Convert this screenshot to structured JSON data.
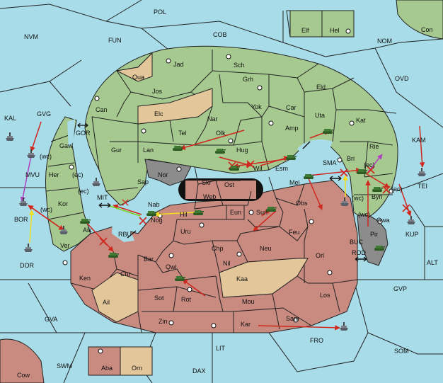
{
  "colors": {
    "sea": "#a8dce8",
    "green_power": "#a6c98f",
    "red_power": "#c98a80",
    "neutral": "#e3c69a",
    "impassable": "#8c8c8c",
    "move_arrow": "#d0281f",
    "support_arrow": "#f0e020",
    "convoy_arrow": "#b040c0",
    "fleet_color": "#6a6f78",
    "army_color": "#3e7a32"
  },
  "icons": {
    "army": "tank-icon",
    "fleet": "ship-icon",
    "supply_center": "dot-center-icon",
    "failed_order": "cross-icon",
    "adjacency": "double-arrow-icon"
  },
  "labels": {
    "POL": "POL",
    "COB": "COB",
    "NVM": "NVM",
    "FUN": "FUN",
    "NOM": "NOM",
    "Con": "Con",
    "OVD": "OVD",
    "KAL": "KAL",
    "GVG": "GVG",
    "MVU": "MVU",
    "wc1": "(wc)",
    "GOR": "GOR",
    "Jad": "Jad",
    "Sch": "Sch",
    "Qua": "Qua",
    "Jos": "Jos",
    "Grh": "Grh",
    "Eld": "Eld",
    "Can": "Can",
    "Yok": "Yok",
    "Car": "Car",
    "Uta": "Uta",
    "Kat": "Kat",
    "Elc": "Elc",
    "Nar": "Nar",
    "Olk": "Olk",
    "Amp": "Amp",
    "Tel": "Tel",
    "Gaw": "Gaw",
    "Gur": "Gur",
    "Lan": "Lan",
    "Hug": "Hug",
    "Bri": "Bri",
    "Rie": "Rie",
    "KAM": "KAM",
    "Her": "Her",
    "ec1": "(ec)",
    "Nor": "Nor",
    "Wil": "Wil",
    "Esm": "Esm",
    "SMA": "SMA",
    "Skr": "Skr",
    "Ost": "Ost",
    "Web": "Web",
    "Mel": "Mel",
    "ec2": "(ec)",
    "Sap": "Sap",
    "MIT": "MIT",
    "ec3": "(ec)",
    "TEI": "TEI",
    "Kor": "Kor",
    "wc2": "(wc)",
    "Byn": "Byn",
    "ec4": "(ec)",
    "BOR": "BOR",
    "wc3": "(wc)",
    "Nab": "Nab",
    "Eun": "Eun",
    "Obs": "Obs",
    "Hil": "Hil",
    "Sun": "Sun",
    "Nog": "Nog",
    "wc4": "(wc)",
    "Gwa": "Gwa",
    "KUP": "KUP",
    "Aik": "Aik",
    "RBU": "RBU",
    "Uru": "Uru",
    "Feu": "Feu",
    "BUC": "BUC",
    "Ver": "Ver",
    "Pir": "Pir",
    "DOR": "DOR",
    "Chp": "Chp",
    "Neu": "Neu",
    "Orl": "Orl",
    "Bar": "Bar",
    "ROD": "ROD",
    "Nil": "Nil",
    "ALT": "ALT",
    "Qwi": "Qwi",
    "Ken": "Ken",
    "Chr": "Chr",
    "Kaa": "Kaa",
    "GVP": "GVP",
    "Sot": "Sot",
    "Rot": "Rot",
    "Los": "Los",
    "Ail": "Ail",
    "Mou": "Mou",
    "GVA": "GVA",
    "Zin": "Zin",
    "Sam": "Sam",
    "Kar": "Kar",
    "FRO": "FRO",
    "LIT": "LIT",
    "SOM": "SOM",
    "SWM": "SWM",
    "Aba": "Aba",
    "Orn": "Orn",
    "Cow": "Cow",
    "DAX": "DAX",
    "Elf": "Elf",
    "Hel": "Hel"
  }
}
